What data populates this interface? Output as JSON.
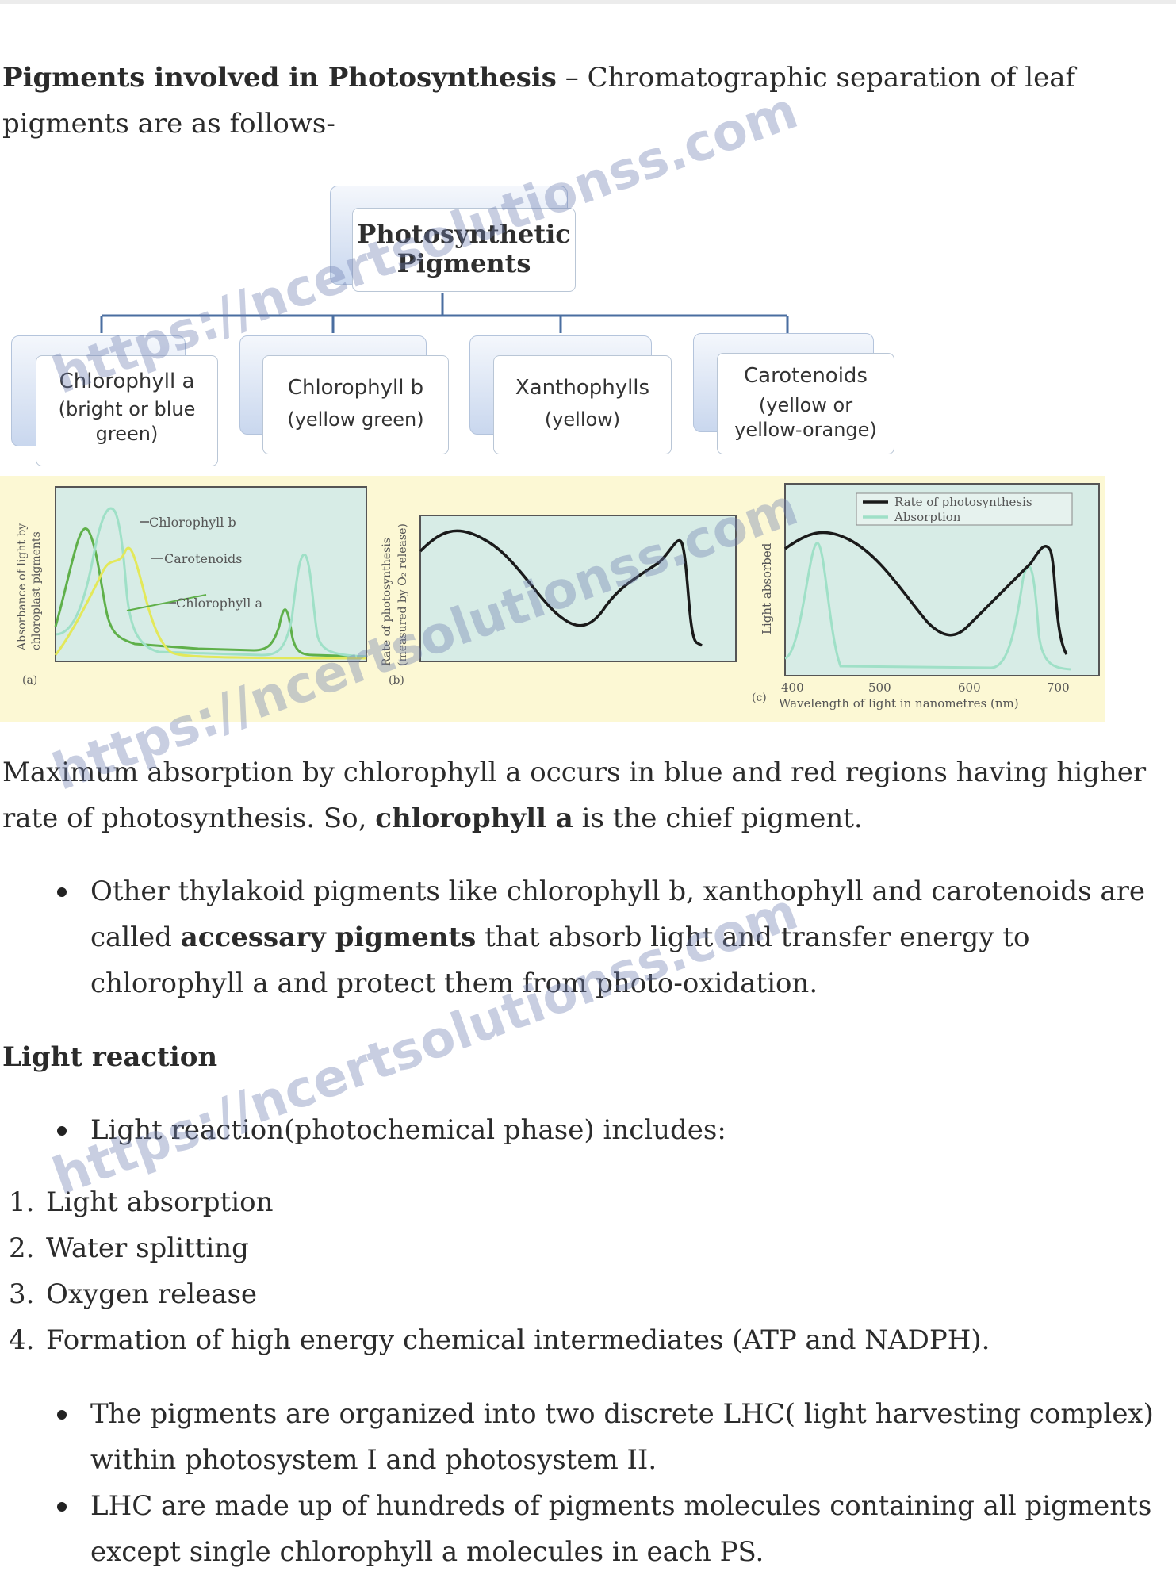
{
  "intro": {
    "bold": "Pigments involved in Photosynthesis",
    "rest": " – Chromatographic separation of leaf pigments are as follows-"
  },
  "diagram": {
    "root": [
      "Photosynthetic",
      "Pigments"
    ],
    "children": [
      {
        "name": "Chlorophyll a",
        "desc": [
          "(bright or blue",
          "green)"
        ]
      },
      {
        "name": "Chlorophyll b",
        "desc": [
          "(yellow green)"
        ]
      },
      {
        "name": "Xanthophylls",
        "desc": [
          "(yellow)"
        ]
      },
      {
        "name": "Carotenoids",
        "desc": [
          "(yellow or",
          "yellow-orange)"
        ]
      }
    ]
  },
  "figure": {
    "panel_a": {
      "label": "(a)",
      "ylabel_1": "Absorbance of light by",
      "ylabel_2": "chloroplast pigments",
      "curve_labels": [
        "Chlorophyll b",
        "Carotenoids",
        "Chlorophyll a"
      ]
    },
    "panel_b": {
      "label": "(b)",
      "ylabel_1": "Rate of photosynthesis",
      "ylabel_2": "(measured by O₂ release)"
    },
    "panel_c": {
      "label": "(c)",
      "ylabel": "Light absorbed",
      "legend": [
        "Rate of photosynthesis",
        "Absorption"
      ],
      "xticks": [
        "400",
        "500",
        "600",
        "700"
      ],
      "xlabel": "Wavelength of light in nanometres (nm)"
    },
    "colors": {
      "background": "#fcf8d4",
      "plot": "#d7ece6",
      "chl_a": "#5fb04a",
      "chl_b": "#9fe0c7",
      "carotenoids": "#e3e85a",
      "rate": "#1a1a1a"
    }
  },
  "chief": {
    "line": "Maximum absorption by chlorophyll a occurs in blue and red regions having higher rate of photosynthesis. So, ",
    "bold": "chlorophyll a",
    "tail": " is the chief pigment."
  },
  "bullet1": {
    "pre": "Other thylakoid pigments like chlorophyll b, xanthophyll and carotenoids are called ",
    "bold": "accessary pigments",
    "post": " that absorb light and transfer energy to chlorophyll a and protect them from photo-oxidation."
  },
  "light_heading": "Light reaction",
  "bullet2": "Light reaction(photochemical phase) includes:",
  "steps": [
    {
      "num": "1.",
      "text": "Light absorption"
    },
    {
      "num": "2.",
      "text": "Water splitting"
    },
    {
      "num": "3.",
      "text": "Oxygen release"
    },
    {
      "num": "4.",
      "text": "Formation of high energy chemical intermediates (ATP and NADPH)."
    }
  ],
  "bullet3": "The pigments are organized into two discrete LHC( light harvesting complex) within photosystem I and photosystem II.",
  "bullet4": "LHC are made up of hundreds of pigments molecules containing all pigments except single chlorophyll a molecules in each PS.",
  "watermark": "https://ncertsolutionss.com"
}
